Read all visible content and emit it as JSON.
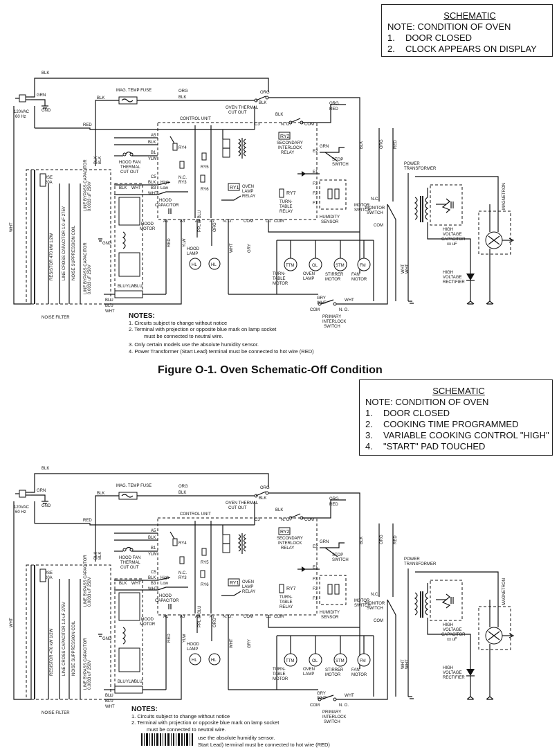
{
  "schematic_top": {
    "heading": "SCHEMATIC",
    "condition": "NOTE: CONDITION OF OVEN",
    "items": [
      {
        "num": "1.",
        "text": "DOOR CLOSED"
      },
      {
        "num": "2.",
        "text": "CLOCK APPEARS ON DISPLAY"
      }
    ]
  },
  "schematic_bottom": {
    "heading": "SCHEMATIC",
    "condition": "NOTE: CONDITION OF OVEN",
    "items": [
      {
        "num": "1.",
        "text": "DOOR CLOSED"
      },
      {
        "num": "2.",
        "text": "COOKING TIME PROGRAMMED"
      },
      {
        "num": "3.",
        "text": "VARIABLE COOKING CONTROL \"HIGH\""
      },
      {
        "num": "4.",
        "text": "\"START\" PAD TOUCHED"
      }
    ]
  },
  "figure_caption": "Figure O-1. Oven Schematic-Off Condition",
  "labels": {
    "blk": "BLK",
    "grn": "GRN",
    "gnd": "GND",
    "org": "ORG",
    "red": "RED",
    "wht": "WHT",
    "ylw": "YLW",
    "blu": "BLU",
    "gry": "GRY",
    "vac": "120VAC",
    "hz": "60 Hz",
    "mag_fuse": "MAG. TEMP FUSE",
    "control_unit": "CONTROL UNIT",
    "oven_thermal": "OVEN THERMAL",
    "cut_out": "CUT OUT",
    "no": "N. O.",
    "com": "COM",
    "nc": "N.C.",
    "ry2": "RY2",
    "secondary": "SECONDARY",
    "interlock": "INTERLOCK",
    "relay": "RELAY",
    "stop": "STOP",
    "switch": "SWITCH",
    "power": "POWER",
    "transformer": "TRANSFORMER",
    "magnetron": "MAGNETRON",
    "monitor": "MONITOR",
    "high": "HIGH",
    "voltage": "VOLTAGE",
    "capacitor": "CAPACITOR",
    "cap_val": "xx uF",
    "rectifier": "RECTIFIER",
    "humidity": "HUMIDITY",
    "sensor": "SENSOR",
    "ry1": "RY1",
    "oven": "OVEN",
    "lamp": "LAMP",
    "ry7": "RY7",
    "turn": "TURN-",
    "table": "TABLE",
    "ry3": "RY3",
    "ry4": "RY4",
    "ry5": "RY5",
    "ry6": "RY6",
    "hood_fan": "HOOD FAN",
    "thermal": "THERMAL",
    "hood": "HOOD",
    "motor": "MOTOR",
    "low": "Low",
    "high_sw": "High",
    "hood_lamp": "HOOD",
    "lamp2": "LAMP",
    "fuse": "FUSE",
    "fuse_val": "20A",
    "resistor": "RESISTOR  470  kW  1/2W",
    "line_cross": "LINE CROSS CAPACITOR 1.0 uF 275V",
    "noise_coil": "NOISE SUPPRESSION COIL",
    "line_bypass": "LINE BYPASS CAPACITOR",
    "bypass_val": "0.0033 uF 250V",
    "noise_filter": "NOISE FILTER",
    "primary": "PRIMARY",
    "ttm": "TTM",
    "ol": "OL",
    "stm": "STM",
    "fm": "FM",
    "hl": "HL",
    "turn_table_motor": "TURN-",
    "stirrer": "STIRRER",
    "fan": "FAN",
    "ppl_blu": "PPL or BLU",
    "a1": "A1",
    "a3": "A3",
    "a5": "A5",
    "a7": "A7",
    "a9": "A9",
    "b1": "B1",
    "b3": "B3",
    "c1": "C1",
    "c3": "C3",
    "c5": "C5",
    "e1": "E1",
    "e2": "E2",
    "f1": "F1",
    "f2": "F2",
    "f3": "F3"
  },
  "notes": {
    "heading": "NOTES:",
    "items": [
      "1.  Circuits subject to change without notice",
      "2.  Terminal with projection or opposite blue mark on lamp socket",
      "must be connected to neutral wire.",
      "3.  Only certain models use the absolute humidity sensor.",
      "4.  Power Transformer (Start Lead) terminal must be connected to hot wire (RED)"
    ],
    "items_bottom": [
      "1.  Circuits subject to change without notice",
      "2.  Terminal with projection or opposite blue mark on lamp socket",
      "must be connected to neutral wire.",
      "use the absolute humidity sensor.",
      "Start Lead) terminal must be connected to hot wire (RED)"
    ]
  }
}
